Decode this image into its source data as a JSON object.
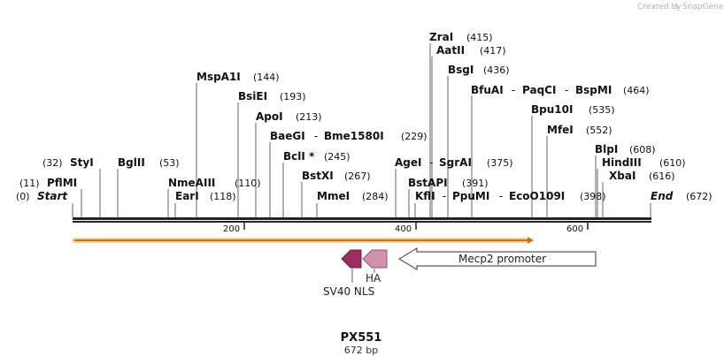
{
  "watermark": {
    "created_by": "Created by",
    "app": "SnapGene"
  },
  "sites": [
    {
      "pos": "(0)",
      "name": "Start"
    },
    {
      "pos": "(11)",
      "name": "PflMI"
    },
    {
      "pos": "(32)",
      "name": "StyI"
    },
    {
      "name": "BglII",
      "pos": "(53)"
    },
    {
      "name": "NmeAIII",
      "pos": "(110)"
    },
    {
      "name": "EarI",
      "pos": "(118)"
    },
    {
      "name": "MspA1I",
      "pos": "(144)"
    },
    {
      "name": "BsiEI",
      "pos": "(193)"
    },
    {
      "name": "ApoI",
      "pos": "(213)"
    },
    {
      "name": "BaeGI",
      "sep": "-",
      "name2": "Bme1580I",
      "pos": "(229)"
    },
    {
      "name": "BclI *",
      "pos": "(245)"
    },
    {
      "name": "BstXI",
      "pos": "(267)"
    },
    {
      "name": "MmeI",
      "pos": "(284)"
    },
    {
      "name": "AgeI",
      "sep": "-",
      "name2": "SgrAI",
      "pos": "(375)"
    },
    {
      "name": "BstAPI",
      "pos": "(391)"
    },
    {
      "name": "KflI",
      "sep": "-",
      "name2": "PpuMI",
      "sep2": "-",
      "name3": "EcoO109I",
      "pos": "(398)"
    },
    {
      "name": "ZraI",
      "pos": "(415)"
    },
    {
      "name": "AatII",
      "pos": "(417)"
    },
    {
      "name": "BsgI",
      "pos": "(436)"
    },
    {
      "name": "BfuAI",
      "sep": "-",
      "name2": "PaqCI",
      "sep2": "-",
      "name3": "BspMI",
      "pos": "(464)"
    },
    {
      "name": "Bpu10I",
      "pos": "(535)"
    },
    {
      "name": "MfeI",
      "pos": "(552)"
    },
    {
      "name": "BlpI",
      "pos": "(608)"
    },
    {
      "name": "HindIII",
      "pos": "(610)"
    },
    {
      "name": "XbaI",
      "pos": "(616)"
    },
    {
      "name": "End",
      "pos": "(672)"
    }
  ],
  "ruler": {
    "ticks": [
      "200",
      "400",
      "600"
    ]
  },
  "features": {
    "sv40": "SV40 NLS",
    "ha": "HA",
    "promoter": "Mecp2 promoter"
  },
  "colors": {
    "sv40": "#9b2d5f",
    "ha": "#d291ad",
    "promoter": "#ffffff",
    "orf_line": "#f2a33a"
  },
  "plasmid": {
    "name": "PX551",
    "length": "672 bp"
  }
}
